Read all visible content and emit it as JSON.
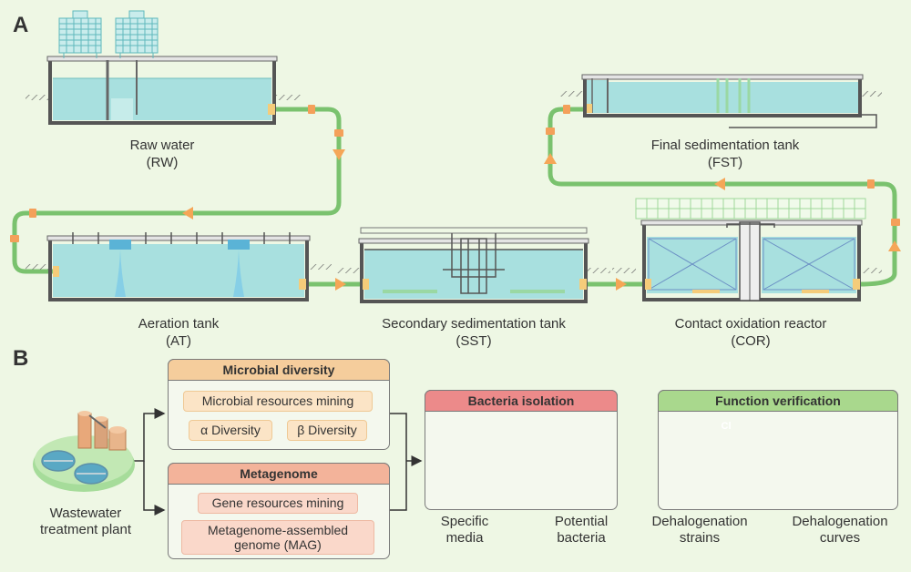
{
  "panels": {
    "a": "A",
    "b": "B"
  },
  "tanks": {
    "rw": {
      "name": "Raw water",
      "abbr": "(RW)"
    },
    "at": {
      "name": "Aeration tank",
      "abbr": "(AT)"
    },
    "sst": {
      "name": "Secondary sedimentation tank",
      "abbr": "(SST)"
    },
    "cor": {
      "name": "Contact oxidation reactor",
      "abbr": "(COR)"
    },
    "fst": {
      "name": "Final sedimentation tank",
      "abbr": "(FST)"
    }
  },
  "workflow": {
    "plant": {
      "line1": "Wastewater",
      "line2": "treatment plant"
    },
    "microbial_diversity": {
      "title": "Microbial diversity",
      "items": [
        "Microbial resources mining",
        "α Diversity",
        "β Diversity"
      ]
    },
    "metagenome": {
      "title": "Metagenome",
      "items": [
        "Gene resources mining",
        "Metagenome-assembled",
        "genome (MAG)"
      ]
    },
    "bacteria_isolation": {
      "title": "Bacteria isolation",
      "left_caption": [
        "Specific",
        "media"
      ],
      "right_caption": [
        "Potential",
        "bacteria"
      ]
    },
    "function_verification": {
      "title": "Function verification",
      "cl_label": "Cl",
      "left_caption": [
        "Dehalogenation",
        "strains"
      ],
      "right_caption": [
        "Dehalogenation",
        "curves"
      ]
    }
  },
  "colors": {
    "water": "#a8e0df",
    "pipe": "#7ac26e",
    "arrow": "#f5a657",
    "connector": "#f4a05a",
    "wall": "#555555"
  }
}
